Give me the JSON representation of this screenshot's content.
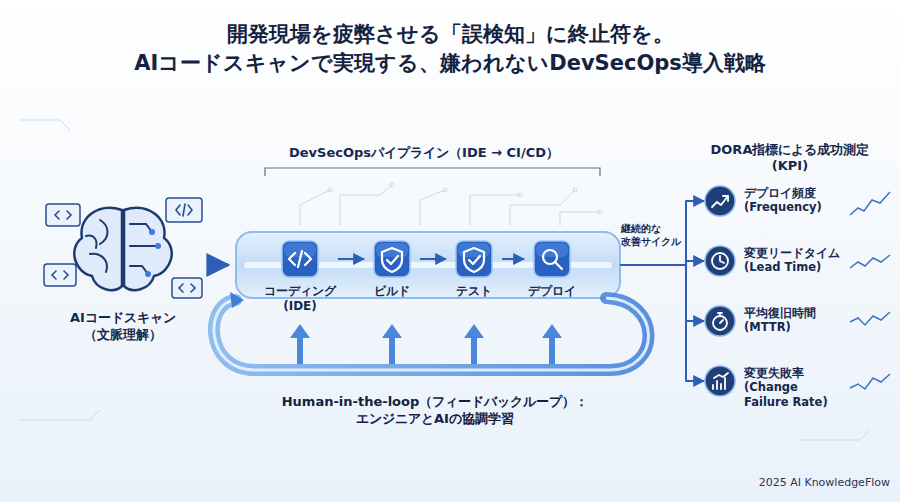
{
  "diagram": {
    "title": "開発現場を疲弊させる「誤検知」に終止符を。 AIコードスキャンで実現する、嫌われないDevSecOps導入戦略",
    "nodes": [
      {
        "text": [
          "AIコードスキャン （文脈理解）"
        ]
      },
      {
        "text": [
          "DevSecOpsパイプライン（IDE → CI/CD）"
        ]
      },
      {
        "text": [
          "コーディング (IDE)"
        ],
        "in": 1
      },
      {
        "text": [
          "ビルド"
        ],
        "in": 1
      },
      {
        "text": [
          "テスト"
        ],
        "in": 1
      },
      {
        "text": [
          "デプロイ"
        ],
        "in": 1
      },
      {
        "text": [
          "DORA指標による成功測定 (KPI)"
        ]
      },
      {
        "text": [
          "デプロイ頻度 (Frequency)"
        ],
        "in": 6
      },
      {
        "text": [
          "変更リードタイム (Lead Time)"
        ],
        "in": 6
      },
      {
        "text": [
          "平均復旧時間 (MTTR)"
        ],
        "in": 6
      },
      {
        "text": [
          "変更失敗率 (Change Failure Rate)"
        ],
        "in": 6
      }
    ],
    "edges": [
      {
        "from": 0,
        "to": 1,
        "arrow": "to"
      },
      {
        "from": 2,
        "to": 3,
        "arrow": "to"
      },
      {
        "from": 3,
        "to": 4,
        "arrow": "to"
      },
      {
        "from": 4,
        "to": 5,
        "arrow": "to"
      },
      {
        "from": 1,
        "to": 7,
        "arrow": "to"
      },
      {
        "from": 1,
        "to": 8,
        "arrow": "to"
      },
      {
        "from": 1,
        "to": 9,
        "arrow": "to"
      },
      {
        "from": 1,
        "to": 10,
        "arrow": "to"
      }
    ],
    "labels": [
      "継続的な 改善サイクル",
      "Human-in-the-loop（フィードバックループ）： エンジニアとAIの協調学習",
      "2025 AI KnowledgeFlow"
    ]
  }
}
